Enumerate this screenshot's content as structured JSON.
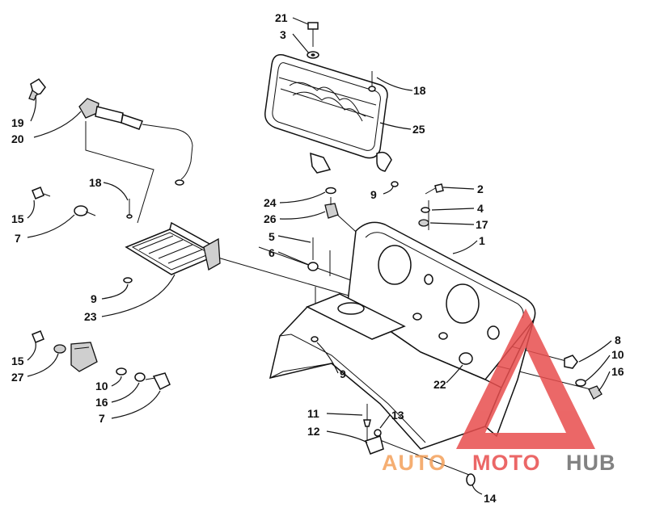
{
  "labels": [
    {
      "id": "21",
      "text": "21"
    },
    {
      "id": "3",
      "text": "3"
    },
    {
      "id": "18a",
      "text": "18"
    },
    {
      "id": "25",
      "text": "25"
    },
    {
      "id": "19",
      "text": "19"
    },
    {
      "id": "20",
      "text": "20"
    },
    {
      "id": "9a",
      "text": "9"
    },
    {
      "id": "18b",
      "text": "18"
    },
    {
      "id": "2",
      "text": "2"
    },
    {
      "id": "24",
      "text": "24"
    },
    {
      "id": "4",
      "text": "4"
    },
    {
      "id": "26",
      "text": "26"
    },
    {
      "id": "17",
      "text": "17"
    },
    {
      "id": "15a",
      "text": "15"
    },
    {
      "id": "7a",
      "text": "7"
    },
    {
      "id": "5",
      "text": "5"
    },
    {
      "id": "1",
      "text": "1"
    },
    {
      "id": "6",
      "text": "6"
    },
    {
      "id": "9b",
      "text": "9"
    },
    {
      "id": "23",
      "text": "23"
    },
    {
      "id": "8",
      "text": "8"
    },
    {
      "id": "15b",
      "text": "15"
    },
    {
      "id": "10a",
      "text": "10"
    },
    {
      "id": "27",
      "text": "27"
    },
    {
      "id": "9c",
      "text": "9"
    },
    {
      "id": "16a",
      "text": "16"
    },
    {
      "id": "10b",
      "text": "10"
    },
    {
      "id": "22",
      "text": "22"
    },
    {
      "id": "16b",
      "text": "16"
    },
    {
      "id": "7b",
      "text": "7"
    },
    {
      "id": "11",
      "text": "11"
    },
    {
      "id": "13",
      "text": "13"
    },
    {
      "id": "12",
      "text": "12"
    },
    {
      "id": "14",
      "text": "14"
    }
  ],
  "watermark": {
    "part1": "AUTO",
    "part2": "MOTO",
    "part3": "HUB",
    "color_red": "#e84d4d",
    "color_orange": "#f4a05a",
    "color_gray": "#6d6d6d"
  }
}
